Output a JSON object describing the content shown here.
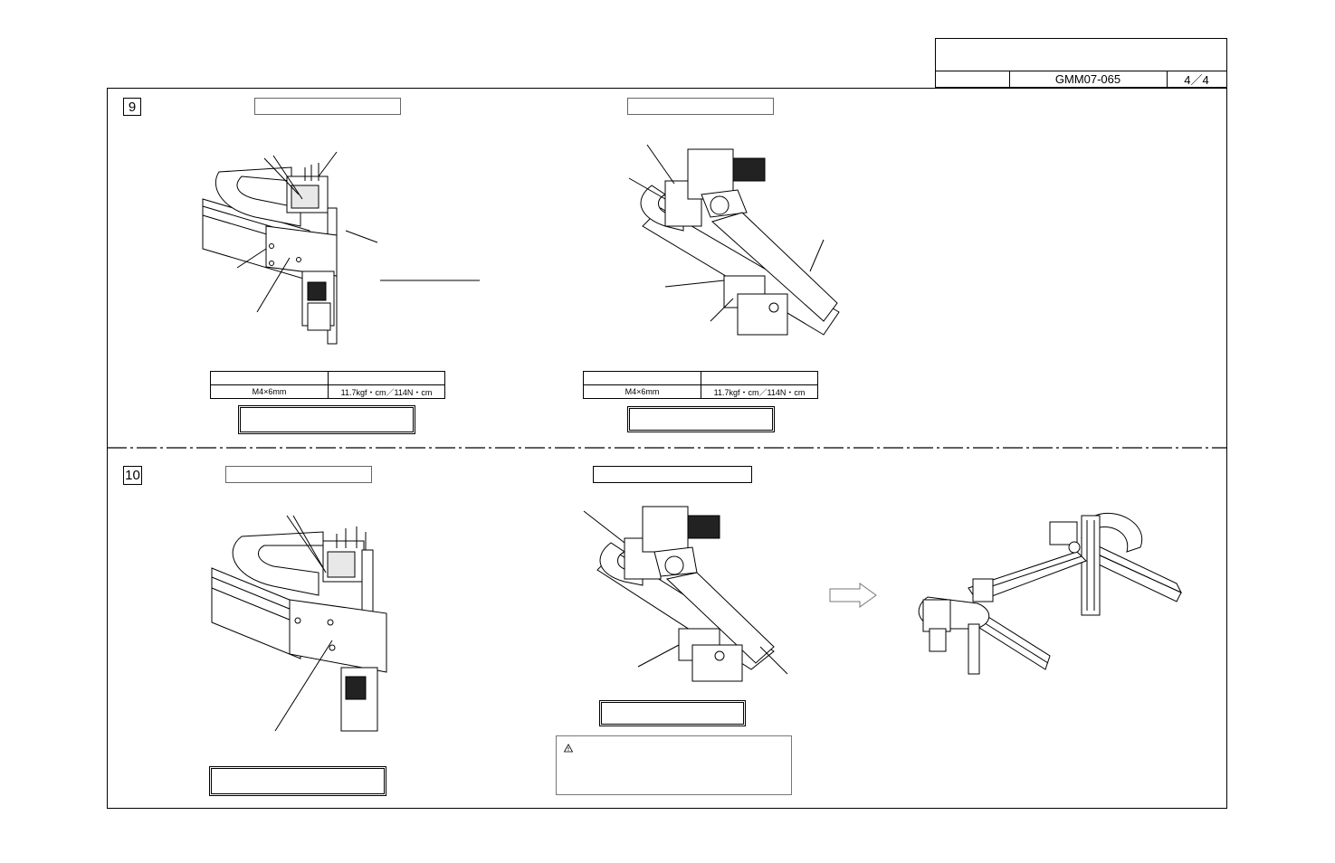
{
  "title_block": {
    "doc_number": "GMM07-065",
    "page": "4／4"
  },
  "steps": [
    {
      "number": "9",
      "specs": [
        {
          "size": "M4×6mm",
          "torque": "11.7kgf・cm／114N・cm"
        },
        {
          "size": "M4×6mm",
          "torque": "11.7kgf・cm／114N・cm"
        }
      ]
    },
    {
      "number": "10"
    }
  ],
  "icons": {
    "warning": "warning-triangle-icon",
    "arrow": "arrow-right-icon"
  }
}
